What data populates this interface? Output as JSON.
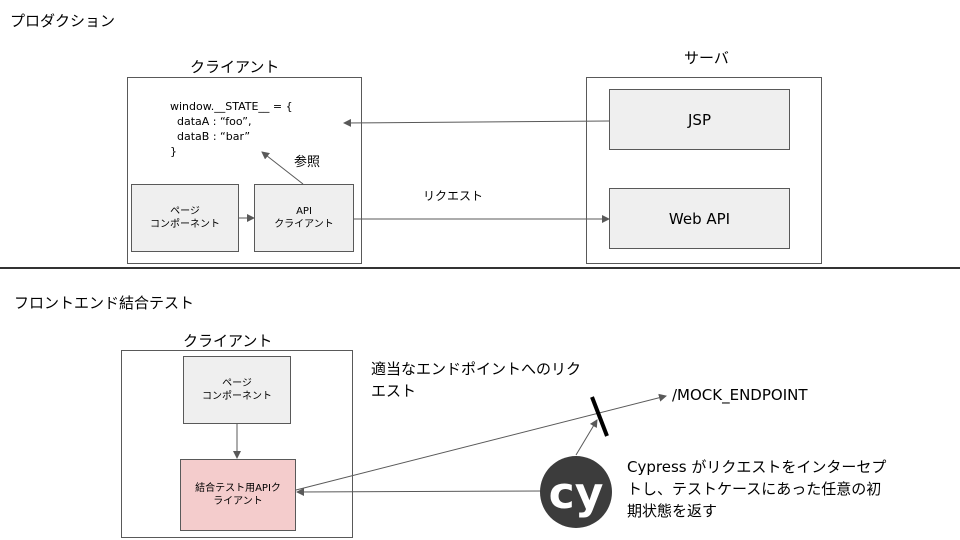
{
  "production": {
    "section_title": "プロダクション",
    "client_title": "クライアント",
    "server_title": "サーバ",
    "code_lines": [
      "window.__STATE__ = {",
      "  dataA : “foo”,",
      "  dataB : “bar”",
      "}"
    ],
    "page_component": [
      "ページ",
      "コンポーネント"
    ],
    "api_client": [
      "API",
      "クライアント"
    ],
    "jsp": "JSP",
    "web_api": "Web API",
    "ref_label": "参照",
    "request_label": "リクエスト"
  },
  "integration": {
    "section_title": "フロントエンド結合テスト",
    "client_title": "クライアント",
    "page_component": [
      "ページ",
      "コンポーネント"
    ],
    "test_api_client": [
      "結合テスト用APIク",
      "ライアント"
    ],
    "request_text": [
      "適当なエンドポイントへのリク",
      "エスト"
    ],
    "mock_endpoint": "/MOCK_ENDPOINT",
    "cypress_logo_text": "cy",
    "cypress_note": [
      "Cypress がリクエストをインターセプ",
      "トし、テストケースにあった任意の初",
      "期状態を返す"
    ]
  },
  "colors": {
    "box_border": "#595959",
    "grey_fill": "#efefef",
    "pink_fill": "#f4cccc",
    "divider": "#333333",
    "cypress_logo": "#3c3c3c"
  }
}
